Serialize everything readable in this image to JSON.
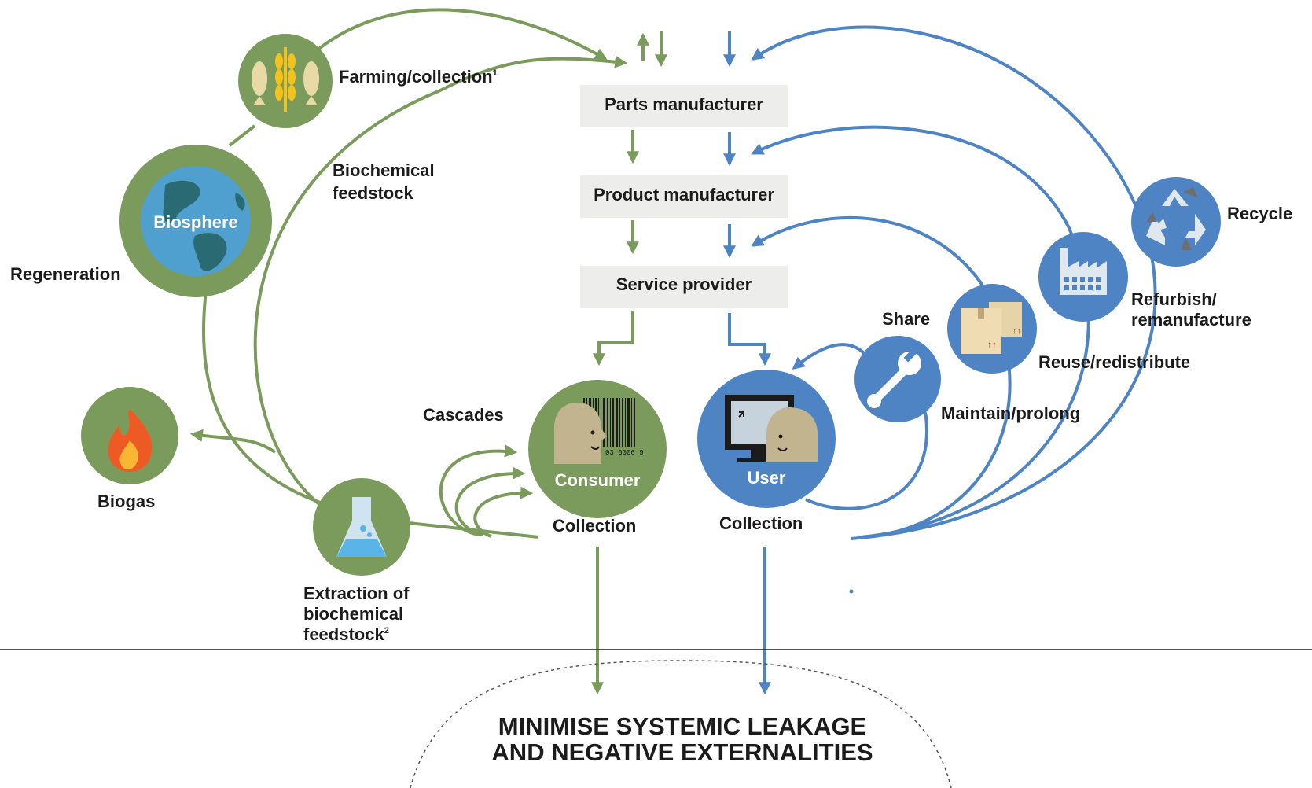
{
  "colors": {
    "green": "#7a9b5c",
    "blue": "#4e84c4",
    "box_grey": "#ededeb",
    "text": "#1b1b1b"
  },
  "chain": {
    "parts_manufacturer": "Parts manufacturer",
    "product_manufacturer": "Product manufacturer",
    "service_provider": "Service provider"
  },
  "biological": {
    "farming": "Farming/collection",
    "farming_note": "1",
    "biochemical_feedstock_1": "Biochemical",
    "biochemical_feedstock_2": "feedstock",
    "biosphere": "Biosphere",
    "regeneration": "Regeneration",
    "biogas": "Biogas",
    "cascades": "Cascades",
    "consumer": "Consumer",
    "collection": "Collection",
    "extraction_1": "Extraction of",
    "extraction_2": "biochemical",
    "extraction_3": "feedstock",
    "extraction_note": "2"
  },
  "technical": {
    "user": "User",
    "collection": "Collection",
    "share": "Share",
    "maintain": "Maintain/prolong",
    "reuse": "Reuse/redistribute",
    "refurbish_1": "Refurbish/",
    "refurbish_2": "remanufacture",
    "recycle": "Recycle"
  },
  "icons": {
    "farming": "fish-wheat-icon",
    "biosphere": "globe-icon",
    "biogas": "flame-icon",
    "extraction": "flask-icon",
    "consumer": "person-barcode-icon",
    "user": "person-computer-icon",
    "maintain": "wrench-icon",
    "reuse": "boxes-icon",
    "refurbish": "factory-icon",
    "recycle": "recycle-icon"
  },
  "barcode_digits": "03  0006 9",
  "footer": {
    "line1": "MINIMISE SYSTEMIC LEAKAGE",
    "line2": "AND NEGATIVE EXTERNALITIES"
  }
}
